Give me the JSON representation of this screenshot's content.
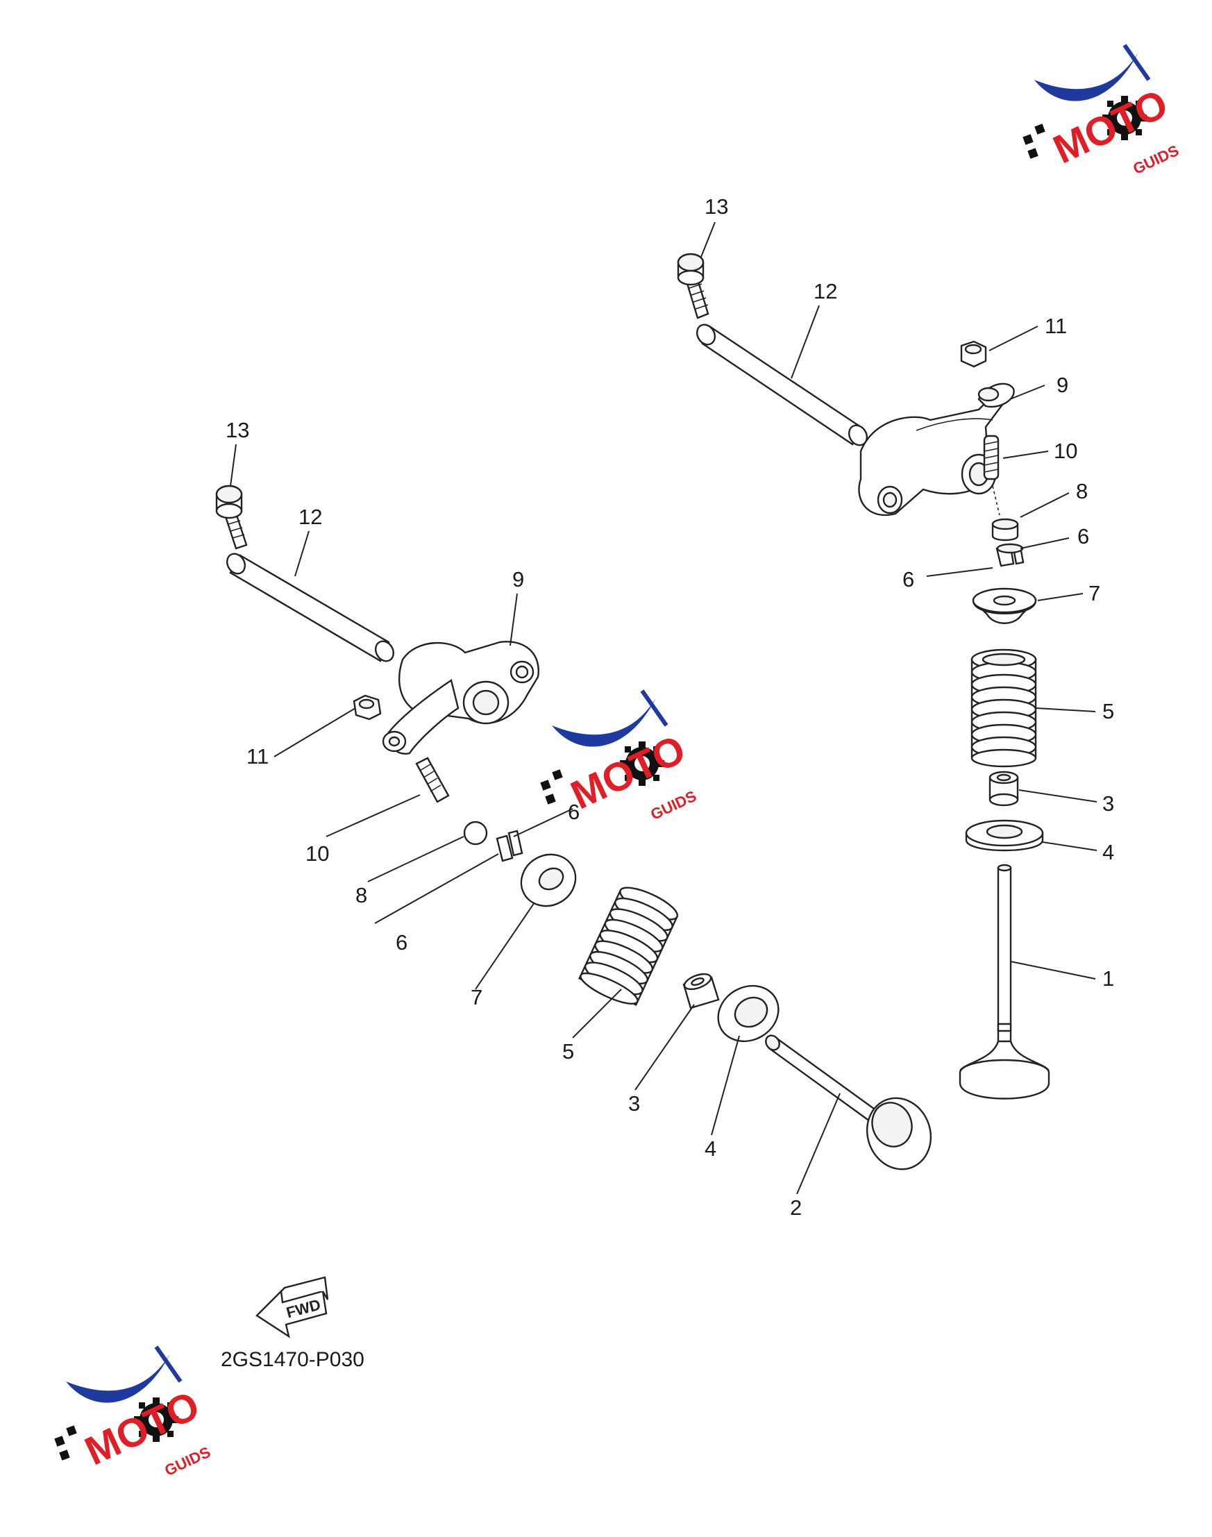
{
  "diagram": {
    "part_code": "2GS1470-P030",
    "fwd_label": "FWD",
    "logo_text": "MOTO",
    "logo_sub": "GUIDS",
    "colors": {
      "logo_blue": "#1f3a9e",
      "logo_red": "#e01e26",
      "ink": "#222222"
    },
    "callouts_right": [
      "13",
      "12",
      "11",
      "9",
      "10",
      "8",
      "6",
      "6",
      "7",
      "5",
      "3",
      "4",
      "1"
    ],
    "callouts_left": [
      "13",
      "12",
      "9",
      "11",
      "10",
      "8",
      "6",
      "6",
      "7",
      "5",
      "3",
      "4",
      "2"
    ]
  }
}
